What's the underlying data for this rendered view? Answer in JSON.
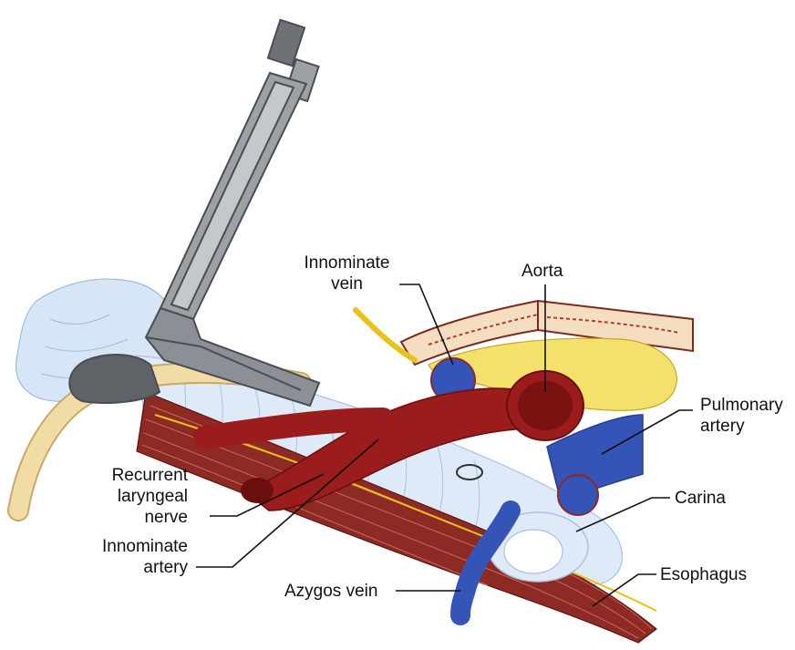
{
  "labels": {
    "innominate_vein": [
      "Innominate",
      "vein"
    ],
    "aorta": "Aorta",
    "pulmonary_artery": [
      "Pulmonary",
      "artery"
    ],
    "recurrent_laryngeal_nerve": [
      "Recurrent",
      "laryngeal",
      "nerve"
    ],
    "innominate_artery": [
      "Innominate",
      "artery"
    ],
    "carina": "Carina",
    "azygos_vein": "Azygos vein",
    "esophagus": "Esophagus"
  },
  "colors": {
    "artery": "#9b1c1c",
    "vein": "#3554b8",
    "fat": "#f4e06a",
    "sternum": "#f4ddc0",
    "muscle": "#8e2a24",
    "trachea": "#c9dcf2",
    "nerve": "#e8c21a",
    "scope": "#8c9096",
    "tube": "#f2dca6"
  }
}
